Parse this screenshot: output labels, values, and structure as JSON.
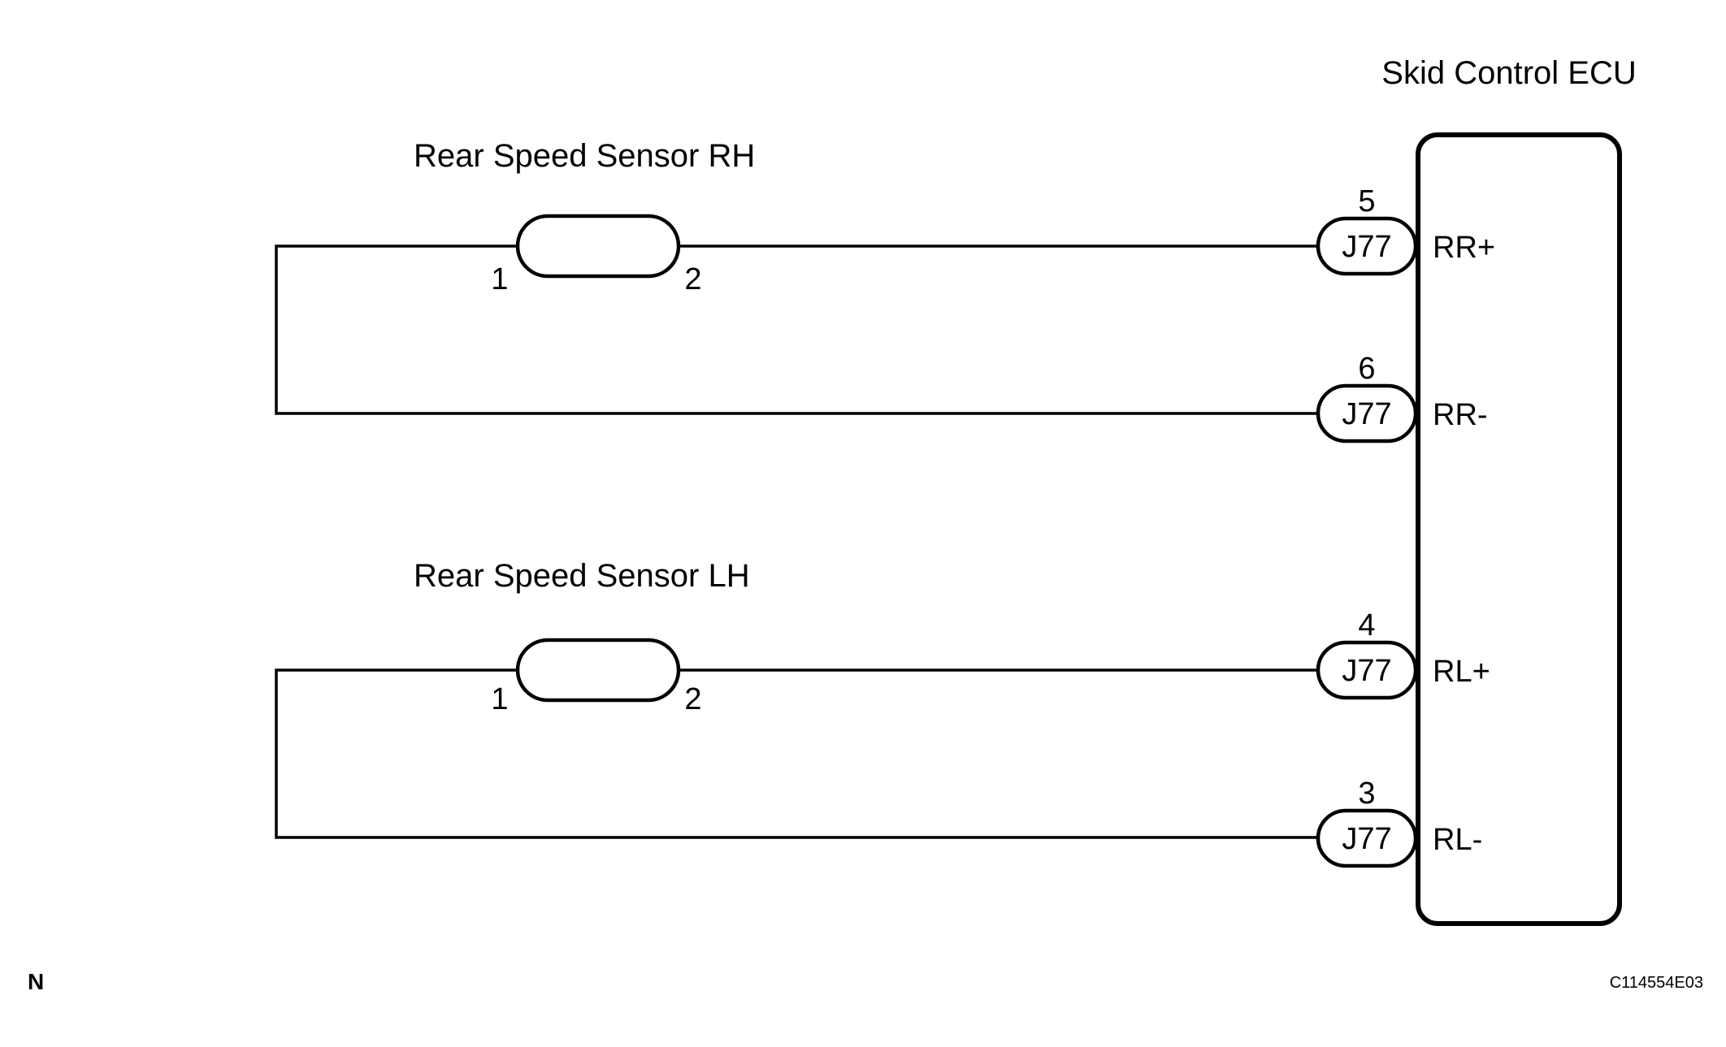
{
  "ecu": {
    "title": "Skid Control ECU"
  },
  "sensors": [
    {
      "title": "Rear Speed Sensor RH",
      "pin_left": "1",
      "pin_right": "2"
    },
    {
      "title": "Rear Speed Sensor LH",
      "pin_left": "1",
      "pin_right": "2"
    }
  ],
  "terminals": [
    {
      "pin": "5",
      "connector": "J77",
      "signal": "RR+"
    },
    {
      "pin": "6",
      "connector": "J77",
      "signal": "RR-"
    },
    {
      "pin": "4",
      "connector": "J77",
      "signal": "RL+"
    },
    {
      "pin": "3",
      "connector": "J77",
      "signal": "RL-"
    }
  ],
  "footer": {
    "corner_mark": "N",
    "figure_code": "C114554E03"
  }
}
